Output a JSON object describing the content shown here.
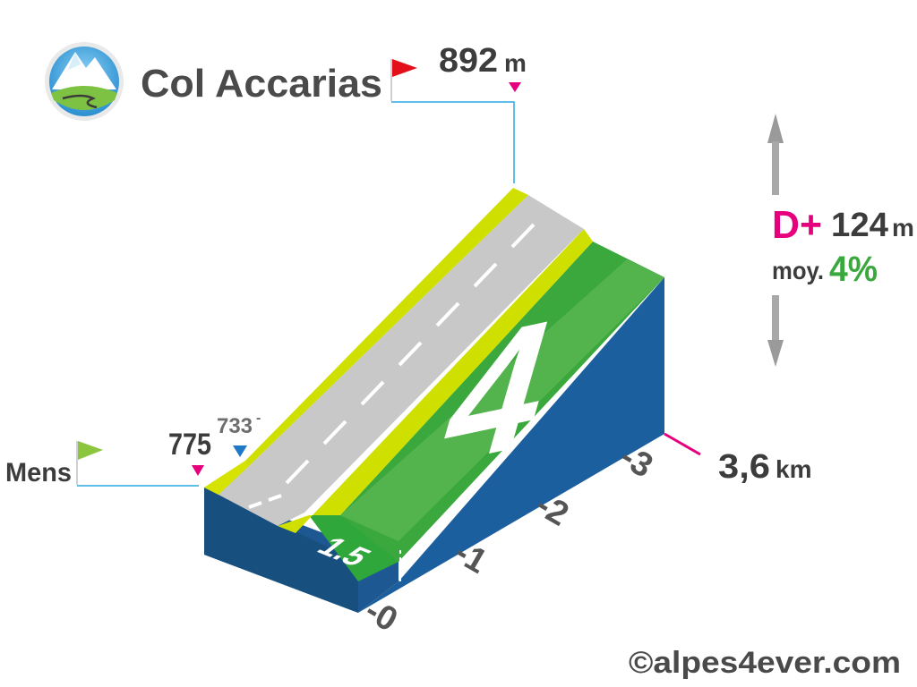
{
  "header": {
    "title": "Col Accarias",
    "summit_alt": "892",
    "summit_unit": "m"
  },
  "start": {
    "name": "Mens",
    "alt": "775",
    "low_point": "733",
    "low_mark": "-"
  },
  "stats": {
    "dplus_label": "D+",
    "dplus_value": "124",
    "dplus_unit": "m",
    "avg_label": "moy.",
    "avg_value": "4%"
  },
  "distance": {
    "value": "3,6",
    "unit": "km"
  },
  "km_ticks": [
    "-0",
    "-1",
    "-2",
    "-3"
  ],
  "segments": [
    {
      "label": "1.5",
      "color": "#2fa73b"
    },
    {
      "label": "4",
      "color": "#3aa83c"
    }
  ],
  "credit": "©alpes4ever.com",
  "colors": {
    "flag_red": "#e3101b",
    "flag_green": "#8cc63f",
    "marker_pink": "#e6007e",
    "marker_blue": "#1f78c8",
    "leader_line": "#29a8e0",
    "road": "#c8c8c8",
    "verge": "#cfe000",
    "side_blue": "#1b5f9e",
    "text_dark": "#3c3c3c",
    "text_grey": "#6e6e6e",
    "percent_green": "#3aa83c"
  },
  "icons": [
    "mountain-logo-icon",
    "red-flag-icon",
    "green-flag-icon",
    "pink-marker-icon",
    "blue-marker-icon",
    "up-arrow-icon",
    "down-arrow-icon"
  ]
}
